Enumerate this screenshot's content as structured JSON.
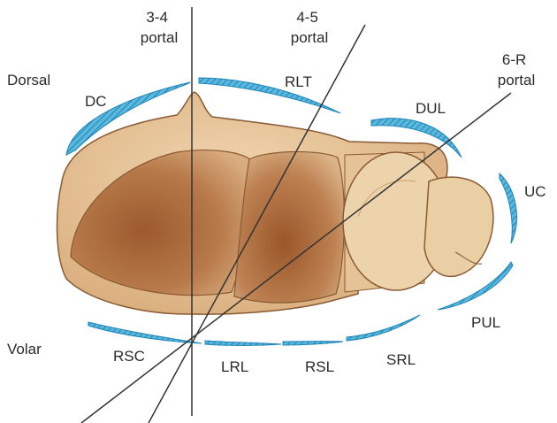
{
  "portals": {
    "p34": [
      "3-4",
      "portal"
    ],
    "p45": [
      "4-5",
      "portal"
    ],
    "p6r": [
      "6-R",
      "portal"
    ]
  },
  "side_labels": {
    "dorsal": "Dorsal",
    "volar": "Volar"
  },
  "ligaments": {
    "dc": "DC",
    "rlt": "RLT",
    "dul": "DUL",
    "uc": "UC",
    "pul": "PUL",
    "rsc": "RSC",
    "lrl": "LRL",
    "rsl": "RSL",
    "srl": "SRL"
  },
  "colors": {
    "ligament_fill": "#5ab8dc",
    "ligament_hatch": "#1f84b8",
    "bone_light": "#e8c89e",
    "bone_mid": "#d2a273",
    "bone_dark": "#9c5a2e",
    "outline": "#8a5a32",
    "portal_line": "#333333"
  }
}
